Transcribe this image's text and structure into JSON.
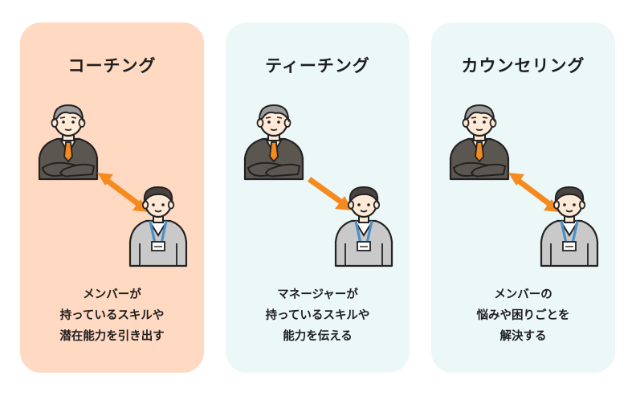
{
  "cards": [
    {
      "title": "コーチング",
      "lines": [
        "メンバーが",
        "持っているスキルや",
        "潜在能力を引き出す"
      ],
      "arrow": "both"
    },
    {
      "title": "ティーチング",
      "lines": [
        "マネージャーが",
        "持っているスキルや",
        "能力を伝える"
      ],
      "arrow": "down-right"
    },
    {
      "title": "カウンセリング",
      "lines": [
        "メンバーの",
        "悩みや困りごとを",
        "解決する"
      ],
      "arrow": "both"
    }
  ],
  "colors": {
    "accent_card": "#ffd9c1",
    "card": "#ecf7f7",
    "arrow": "#f58a1f",
    "suit_dark": "#5c5651",
    "suit_gray": "#b9b9b9",
    "lanyard": "#4a90c8"
  },
  "icons": [
    "manager-figure",
    "member-figure",
    "arrow"
  ]
}
